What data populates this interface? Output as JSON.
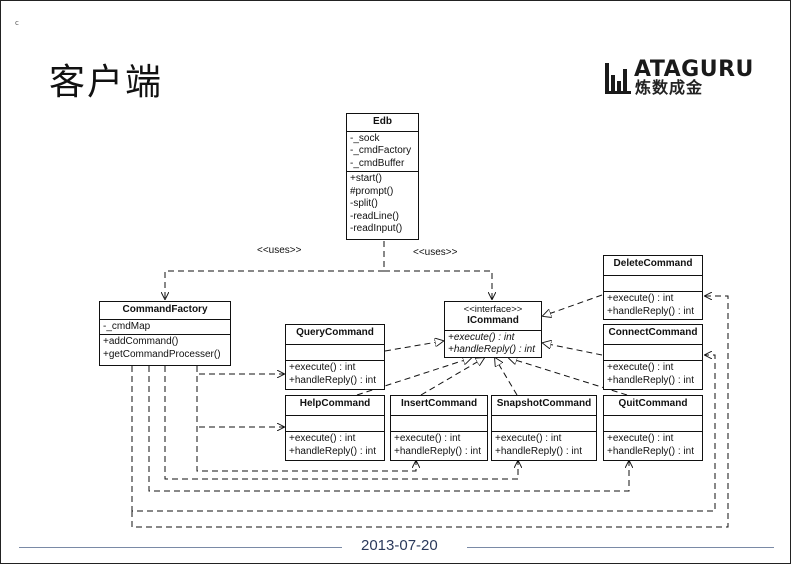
{
  "slide": {
    "title": "客户端",
    "corner_mark": "c",
    "date": "2013-07-20"
  },
  "logo": {
    "top_text": "ATAGURU",
    "bottom_text": "炼数成金"
  },
  "labels": {
    "uses_left": "<<uses>>",
    "uses_right": "<<uses>>"
  },
  "classes": {
    "edb": {
      "name": "Edb",
      "attributes": [
        "-_sock",
        "-_cmdFactory",
        "-_cmdBuffer"
      ],
      "operations": [
        "+start()",
        "#prompt()",
        "-split()",
        "-readLine()",
        "-readInput()"
      ]
    },
    "command_factory": {
      "name": "CommandFactory",
      "attributes": [
        "-_cmdMap"
      ],
      "operations": [
        "+addCommand()",
        "+getCommandProcesser()"
      ]
    },
    "icommand": {
      "stereotype": "<<interface>>",
      "name": "ICommand",
      "operations": [
        "+execute() : int",
        "+handleReply() : int"
      ]
    },
    "query_command": {
      "name": "QueryCommand",
      "operations": [
        "+execute() : int",
        "+handleReply() : int"
      ]
    },
    "help_command": {
      "name": "HelpCommand",
      "operations": [
        "+execute() : int",
        "+handleReply() : int"
      ]
    },
    "insert_command": {
      "name": "InsertCommand",
      "operations": [
        "+execute() : int",
        "+handleReply() : int"
      ]
    },
    "snapshot_command": {
      "name": "SnapshotCommand",
      "operations": [
        "+execute() : int",
        "+handleReply() : int"
      ]
    },
    "delete_command": {
      "name": "DeleteCommand",
      "operations": [
        "+execute() : int",
        "+handleReply() : int"
      ]
    },
    "connect_command": {
      "name": "ConnectCommand",
      "operations": [
        "+execute() : int",
        "+handleReply() : int"
      ]
    },
    "quit_command": {
      "name": "QuitCommand",
      "operations": [
        "+execute() : int",
        "+handleReply() : int"
      ]
    }
  }
}
